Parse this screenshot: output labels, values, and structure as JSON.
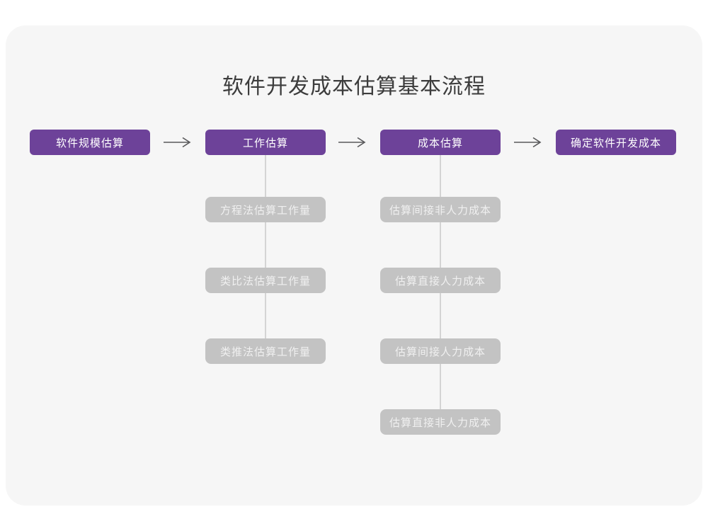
{
  "page": {
    "title": "软件开发成本估算基本流程"
  },
  "colors": {
    "background": "#ffffff",
    "card": "#f6f6f6",
    "stage": "#6d4299",
    "stage_text": "#ffffff",
    "subnode": "#c3c3c3",
    "subnode_text": "#f0f0f0",
    "connector": "#d4d4d4",
    "arrow": "#58585a",
    "title_text": "#3c3c3c"
  },
  "flow": {
    "stages": [
      {
        "label": "软件规模估算",
        "children": []
      },
      {
        "label": "工作估算",
        "children": [
          "方程法估算工作量",
          "类比法估算工作量",
          "类推法估算工作量"
        ]
      },
      {
        "label": "成本估算",
        "children": [
          "估算间接非人力成本",
          "估算直接人力成本",
          "估算间接人力成本",
          "估算直接非人力成本"
        ]
      },
      {
        "label": "确定软件开发成本",
        "children": []
      }
    ]
  }
}
